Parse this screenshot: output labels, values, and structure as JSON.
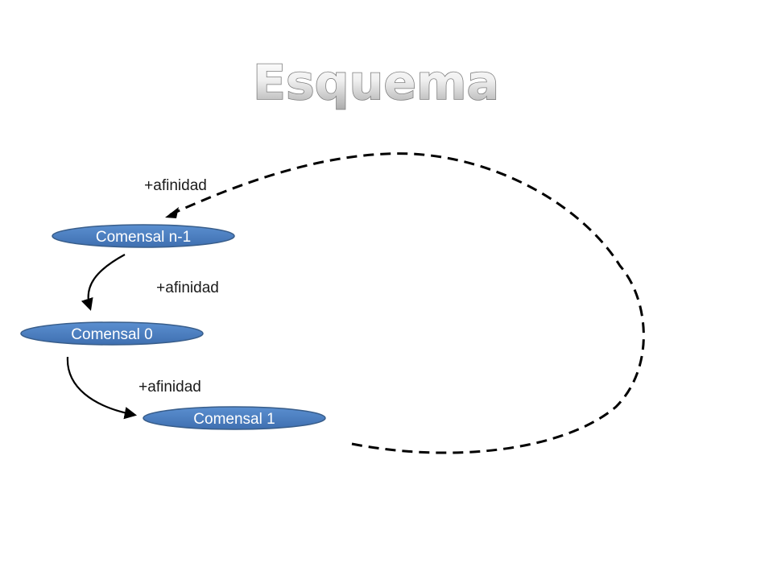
{
  "slide": {
    "title": "Esquema"
  },
  "nodes": [
    {
      "id": "n-1",
      "label": "Comensal n-1"
    },
    {
      "id": "0",
      "label": "Comensal 0"
    },
    {
      "id": "1",
      "label": "Comensal 1"
    }
  ],
  "edges": [
    {
      "from": "n-1",
      "to": "0",
      "label": "+afinidad",
      "style": "solid"
    },
    {
      "from": "0",
      "to": "1",
      "label": "+afinidad",
      "style": "solid"
    },
    {
      "from": "1",
      "to": "n-1",
      "label": "+afinidad",
      "style": "dashed"
    }
  ],
  "colors": {
    "node_fill": "#4f81bd",
    "node_stroke": "#385d8a",
    "node_text": "#ffffff",
    "edge": "#000000",
    "title_top": "#ffffff",
    "title_bottom": "#b0b0b0",
    "title_outline": "#7f7f7f"
  }
}
